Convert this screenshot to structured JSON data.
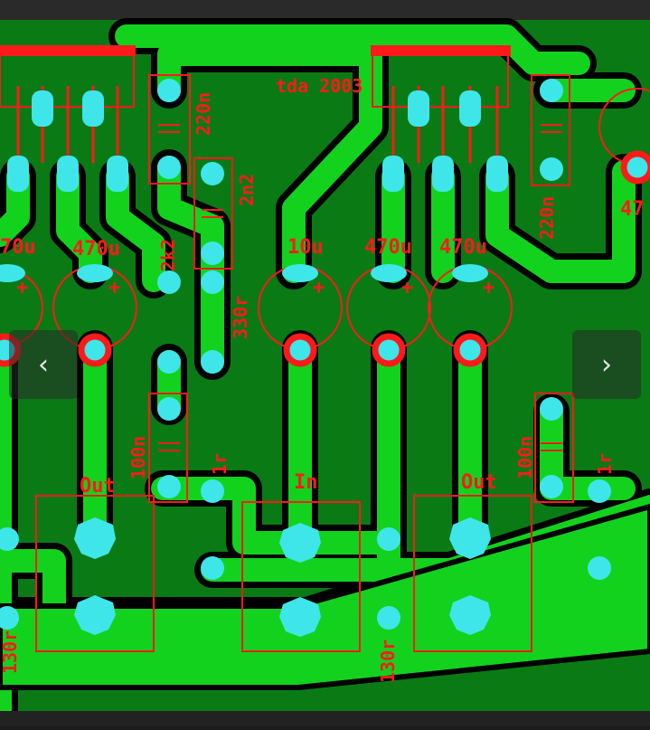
{
  "pcb": {
    "chip_label": "tda 2003",
    "labels": {
      "c_220n_top": "220n",
      "c_2n2": "2n2",
      "c_220n_right": "220n",
      "c_470_right": "47",
      "c_470u_left_edge": "70u",
      "c_470u_left": "470u",
      "r_2k2": "2k2",
      "r_330r": "330r",
      "c_10u": "10u",
      "c_470u_mid1": "470u",
      "c_470u_mid2": "470u",
      "c_100n_left": "100n",
      "c_100n_right": "100n",
      "r_1r_left": "1r",
      "r_1r_right": "1r",
      "out_left": "Out",
      "in_mid": "In",
      "out_right": "Out",
      "r_130r_left": "130r",
      "r_130r_mid": "130r",
      "plus": "+"
    },
    "colors": {
      "board": "#0a7a14",
      "trace": "#12d21e",
      "pad": "#3ee6ea",
      "silkscreen": "#ff1a1a",
      "background": "#000000"
    }
  },
  "navigation": {
    "prev_icon": "chevron-left-icon",
    "next_icon": "chevron-right-icon",
    "prev_glyph": "‹",
    "next_glyph": "›"
  }
}
